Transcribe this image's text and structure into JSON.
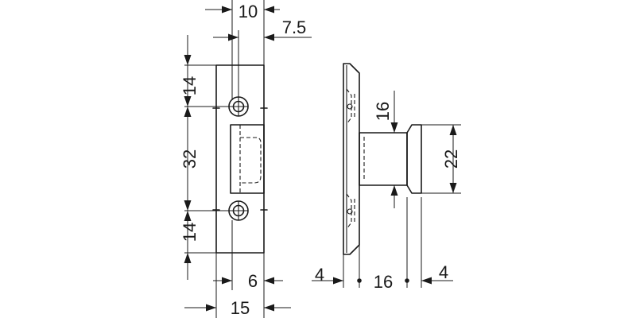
{
  "dimensions": {
    "top_width": "10",
    "top_offset": "7.5",
    "upper_height": "14",
    "middle_height": "32",
    "lower_height": "14",
    "slot_width": "6",
    "plate_width": "15",
    "pin_diameter": "16",
    "head_diameter": "22",
    "flange_thickness": "4",
    "pin_length": "16",
    "head_thickness": "4"
  }
}
